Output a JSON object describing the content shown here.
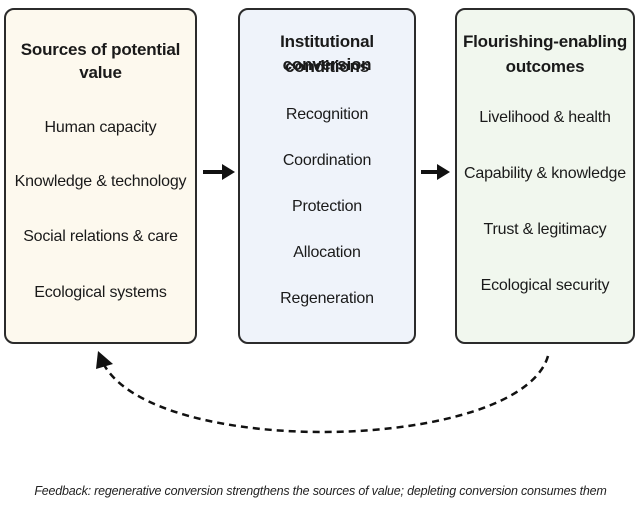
{
  "sources": {
    "title": "Sources of potential value",
    "items": [
      "Human capacity",
      "Knowledge & technology",
      "Social relations & care",
      "Ecological systems"
    ]
  },
  "conditions": {
    "title_line1": "Institutional conversion",
    "title_line2": "conditions",
    "items": [
      "Recognition",
      "Coordination",
      "Protection",
      "Allocation",
      "Regeneration"
    ]
  },
  "outcomes": {
    "title_line1": "Flourishing-enabling",
    "title_line2": "outcomes",
    "items": [
      "Livelihood & health",
      "Capability & knowledge",
      "Trust & legitimacy",
      "Ecological security"
    ]
  },
  "caption": "Feedback: regenerative conversion strengthens the sources of value; depleting conversion consumes them",
  "colors": {
    "sources_fill": "#fdf9ee",
    "conditions_fill": "#eff3fa",
    "outcomes_fill": "#f1f7ee",
    "stroke": "#2b2b2b"
  }
}
